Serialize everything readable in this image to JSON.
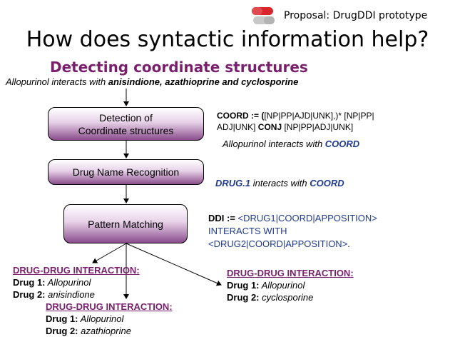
{
  "header": {
    "proposal": "Proposal: DrugDDI prototype",
    "logo_icon": "pill-capsule-icon",
    "logo_colors": {
      "red": "#d9262b",
      "gray": "#c8c8c8"
    }
  },
  "title": "How does syntactic information help?",
  "subtitle": "Detecting coordinate structures",
  "sentence": {
    "prefix": "Allopurinol interacts with ",
    "bold": "anisindione, azathioprine  and cyclosporine"
  },
  "boxes": {
    "detection_line1": "Detection of",
    "detection_line2": "Coordinate structures",
    "drug_name": "Drug Name Recognition",
    "pattern": "Pattern Matching"
  },
  "coord_rule": {
    "name": "COORD := (",
    "body1": "[NP|PP|AJD|UNK],)* [NP|PP|",
    "body2a": "ADJ|UNK] ",
    "conj": "CONJ",
    "body2b": " [NP|PP|ADJ|UNK]"
  },
  "step1_result": {
    "text": "Allopurinol  interacts with ",
    "coord": "COORD"
  },
  "step2_result": {
    "drug": "DRUG.1",
    "text": "  interacts with ",
    "coord": "COORD"
  },
  "ddi_rule": {
    "name": "DDI := ",
    "line1": "<DRUG1|COORD|APPOSITION>",
    "line2": " INTERACTS WITH",
    "line3": "<DRUG2|COORD|APPOSITION>",
    "dot": "."
  },
  "results": [
    {
      "header": "DRUG-DRUG INTERACTION: ",
      "drug1_label": "Drug 1:",
      "drug1": " Allopurinol",
      "drug2_label": "Drug 2:",
      "drug2": " anisindione"
    },
    {
      "header": "DRUG-DRUG INTERACTION:  ",
      "drug1_label": "Drug 1:",
      "drug1": " Allopurinol",
      "drug2_label": "Drug 2:",
      "drug2": " cyclosporine"
    },
    {
      "header": "DRUG-DRUG INTERACTION:  ",
      "drug1_label": "Drug 1:",
      "drug1": " Allopurinol",
      "drug2_label": "Drug 2:",
      "drug2": " azathioprine"
    }
  ]
}
